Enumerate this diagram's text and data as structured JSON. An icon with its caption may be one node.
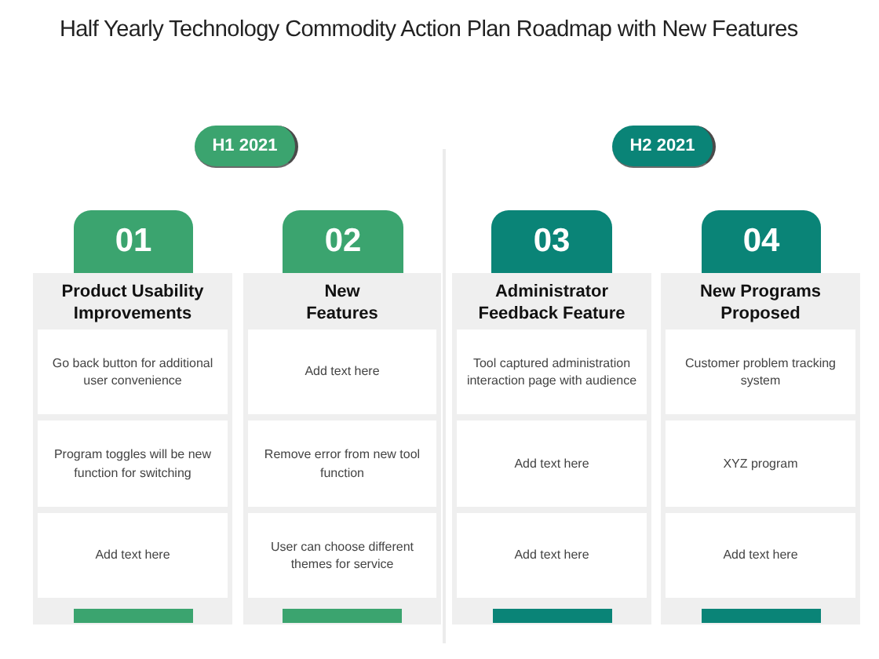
{
  "diagram": {
    "title": "Half Yearly Technology Commodity Action Plan Roadmap with New Features",
    "nodes": [
      {
        "text": [
          "H1 2021"
        ]
      },
      {
        "text": [
          "H2 2021"
        ]
      },
      {
        "text": [
          "01"
        ]
      },
      {
        "text": [
          "Product Usability Improvements"
        ]
      },
      {
        "text": [
          "Go back button for additional user convenience"
        ],
        "in": 3
      },
      {
        "text": [
          "Program toggles will be new function for switching"
        ],
        "in": 3
      },
      {
        "text": [
          "Add text here"
        ],
        "in": 3
      },
      {
        "text": [
          "02"
        ]
      },
      {
        "text": [
          "New Features"
        ]
      },
      {
        "text": [
          "Add text here"
        ],
        "in": 8
      },
      {
        "text": [
          "Remove error from new tool function"
        ],
        "in": 8
      },
      {
        "text": [
          "User can choose different themes for service"
        ],
        "in": 8
      },
      {
        "text": [
          "03"
        ]
      },
      {
        "text": [
          "Administrator Feedback Feature"
        ]
      },
      {
        "text": [
          "Tool captured administration interaction page with audience"
        ],
        "in": 13
      },
      {
        "text": [
          "Add text here"
        ],
        "in": 13
      },
      {
        "text": [
          "Add text here"
        ],
        "in": 13
      },
      {
        "text": [
          "04"
        ]
      },
      {
        "text": [
          "New Programs Proposed"
        ]
      },
      {
        "text": [
          "Customer problem tracking system"
        ],
        "in": 18
      },
      {
        "text": [
          "XYZ program"
        ],
        "in": 18
      },
      {
        "text": [
          "Add text here"
        ],
        "in": 18
      }
    ]
  }
}
